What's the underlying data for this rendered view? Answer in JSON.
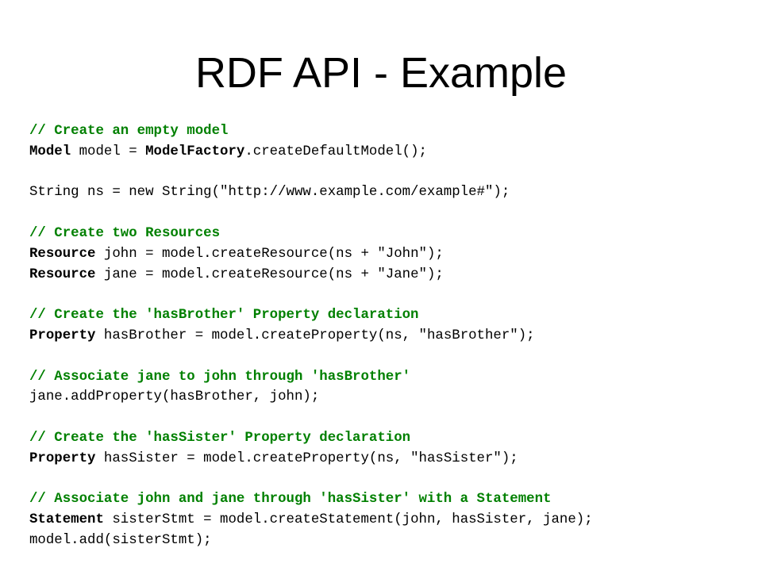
{
  "slide": {
    "title": "RDF API - Example",
    "code": [
      {
        "kind": "comment",
        "text": "// Create an empty model"
      },
      {
        "kind": "code",
        "type": "Model",
        "rest": " model = ",
        "type2": "ModelFactory",
        "rest2": ".createDefaultModel();"
      },
      {
        "kind": "blank"
      },
      {
        "kind": "code",
        "type": "",
        "rest": "String ns = new String(\"http://www.example.com/example#\");"
      },
      {
        "kind": "blank"
      },
      {
        "kind": "comment",
        "text": "// Create two Resources"
      },
      {
        "kind": "code",
        "type": "Resource",
        "rest": " john = model.createResource(ns + \"John\");"
      },
      {
        "kind": "code",
        "type": "Resource",
        "rest": " jane = model.createResource(ns + \"Jane\");"
      },
      {
        "kind": "blank"
      },
      {
        "kind": "comment",
        "text": "// Create the 'hasBrother' Property declaration"
      },
      {
        "kind": "code",
        "type": "Property",
        "rest": " hasBrother = model.createProperty(ns, \"hasBrother\");"
      },
      {
        "kind": "blank"
      },
      {
        "kind": "comment",
        "text": "// Associate jane to john through 'hasBrother'"
      },
      {
        "kind": "code",
        "type": "",
        "rest": "jane.addProperty(hasBrother, john);"
      },
      {
        "kind": "blank"
      },
      {
        "kind": "comment",
        "text": "// Create the 'hasSister' Property declaration"
      },
      {
        "kind": "code",
        "type": "Property",
        "rest": " hasSister = model.createProperty(ns, \"hasSister\");"
      },
      {
        "kind": "blank"
      },
      {
        "kind": "comment",
        "text": "// Associate john and jane through 'hasSister' with a Statement"
      },
      {
        "kind": "code",
        "type": "Statement",
        "rest": " sisterStmt = model.createStatement(john, hasSister, jane);"
      },
      {
        "kind": "code",
        "type": "",
        "rest": "model.add(sisterStmt);"
      }
    ]
  },
  "colors": {
    "comment": "#008000",
    "text": "#000000",
    "background": "#ffffff"
  }
}
